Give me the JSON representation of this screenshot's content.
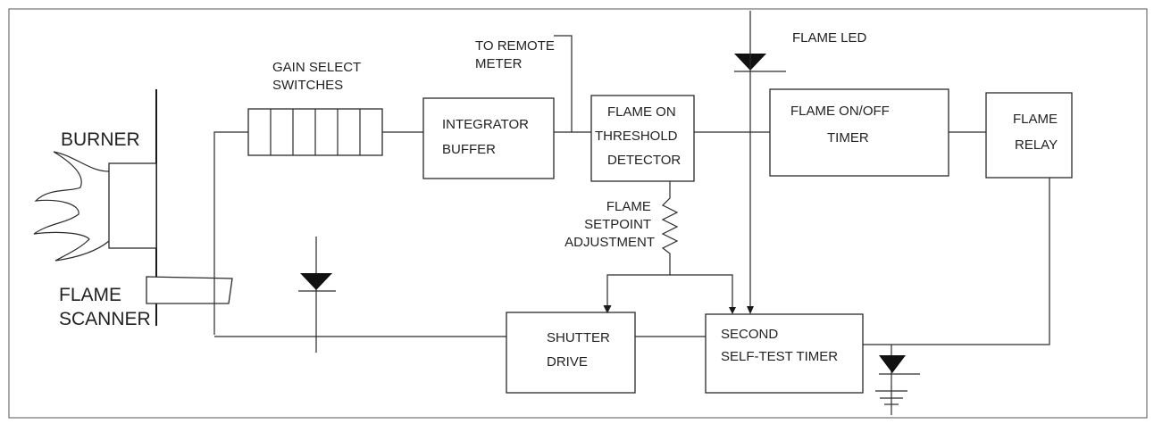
{
  "labels": {
    "burner": "BURNER",
    "flame_scanner": [
      "FLAME",
      "SCANNER"
    ],
    "gain_select": [
      "GAIN SELECT",
      "SWITCHES"
    ],
    "integrator": [
      "INTEGRATOR",
      "BUFFER"
    ],
    "to_remote_meter": [
      "TO REMOTE",
      "METER"
    ],
    "flame_on_detector": [
      "FLAME ON",
      "THRESHOLD",
      "DETECTOR"
    ],
    "flame_led": "FLAME LED",
    "flame_on_off_timer": [
      "FLAME ON/OFF",
      "TIMER"
    ],
    "flame_relay": [
      "FLAME",
      "RELAY"
    ],
    "flame_setpoint": [
      "FLAME",
      "SETPOINT",
      "ADJUSTMENT"
    ],
    "shutter_drive": [
      "SHUTTER",
      "DRIVE"
    ],
    "self_test_timer": [
      "SECOND",
      "SELF-TEST TIMER"
    ]
  }
}
